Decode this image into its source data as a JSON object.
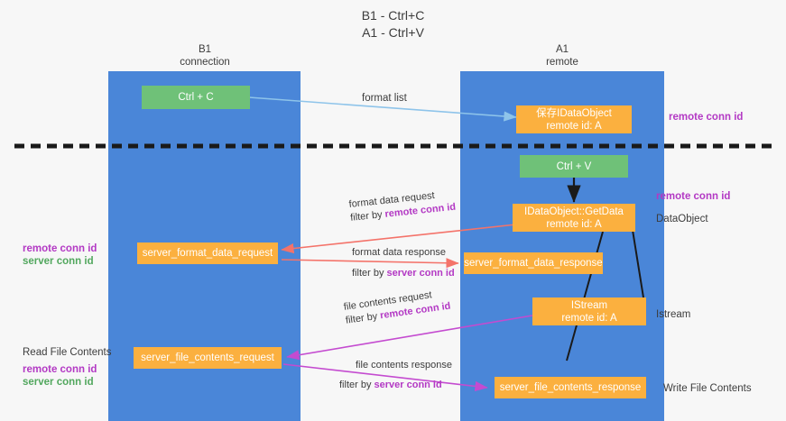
{
  "title": {
    "line1": "B1 - Ctrl+C",
    "line2": "A1 - Ctrl+V"
  },
  "columns": {
    "left": {
      "name": "B1",
      "role": "connection"
    },
    "right": {
      "name": "A1",
      "role": "remote"
    }
  },
  "colors": {
    "lane": "#4a86d8",
    "orange": "#fbb03f",
    "green": "#6fc178",
    "purple": "#b339c4",
    "green_text": "#52a75e",
    "arrow_blue": "#8ec4ea",
    "arrow_red": "#f4736a",
    "arrow_black": "#1a1a1a",
    "arrow_magenta": "#c44bd0",
    "divider": "#1a1a1a"
  },
  "nodes": {
    "ctrl_c": {
      "label": "Ctrl + C"
    },
    "ctrl_v": {
      "label": "Ctrl + V"
    },
    "save_idataobject": {
      "line1": "保存IDataObject",
      "line2": "remote id: A"
    },
    "getdata": {
      "line1": "IDataObject::GetData",
      "line2": "remote id: A"
    },
    "istream": {
      "line1": "IStream",
      "line2": "remote id: A"
    },
    "server_format_data_request": {
      "label": "server_format_data_request"
    },
    "server_format_data_response": {
      "label": "server_format_data_response"
    },
    "server_file_contents_request": {
      "label": "server_file_contents_request"
    },
    "server_file_contents_response": {
      "label": "server_file_contents_response"
    }
  },
  "edges": {
    "format_list": {
      "label": "format list"
    },
    "format_data_request": {
      "label": "format data request",
      "filter_prefix": "filter by ",
      "filter_key": "remote conn id"
    },
    "format_data_response": {
      "label": "format data response",
      "filter_prefix": "filter by ",
      "filter_key": "server conn id"
    },
    "file_contents_request": {
      "label": "file contents request",
      "filter_prefix": "filter by ",
      "filter_key": "remote conn id"
    },
    "file_contents_response": {
      "label": "file contents response",
      "filter_prefix": "filter by ",
      "filter_key": "server conn id"
    }
  },
  "annotations": {
    "remote_conn_id_top": {
      "text": "remote conn id"
    },
    "remote_conn_id_mid": {
      "text": "remote conn id"
    },
    "left_mid_remote": {
      "text": "remote conn id"
    },
    "left_mid_server": {
      "text": "server conn id"
    },
    "left_bottom_title": {
      "text": "Read File Contents"
    },
    "left_bottom_remote": {
      "text": "remote conn id"
    },
    "left_bottom_server": {
      "text": "server conn id"
    },
    "right_dataobject": {
      "text": "DataObject"
    },
    "right_istream": {
      "text": "Istream"
    },
    "right_write_contents": {
      "text": "Write File Contents"
    }
  }
}
